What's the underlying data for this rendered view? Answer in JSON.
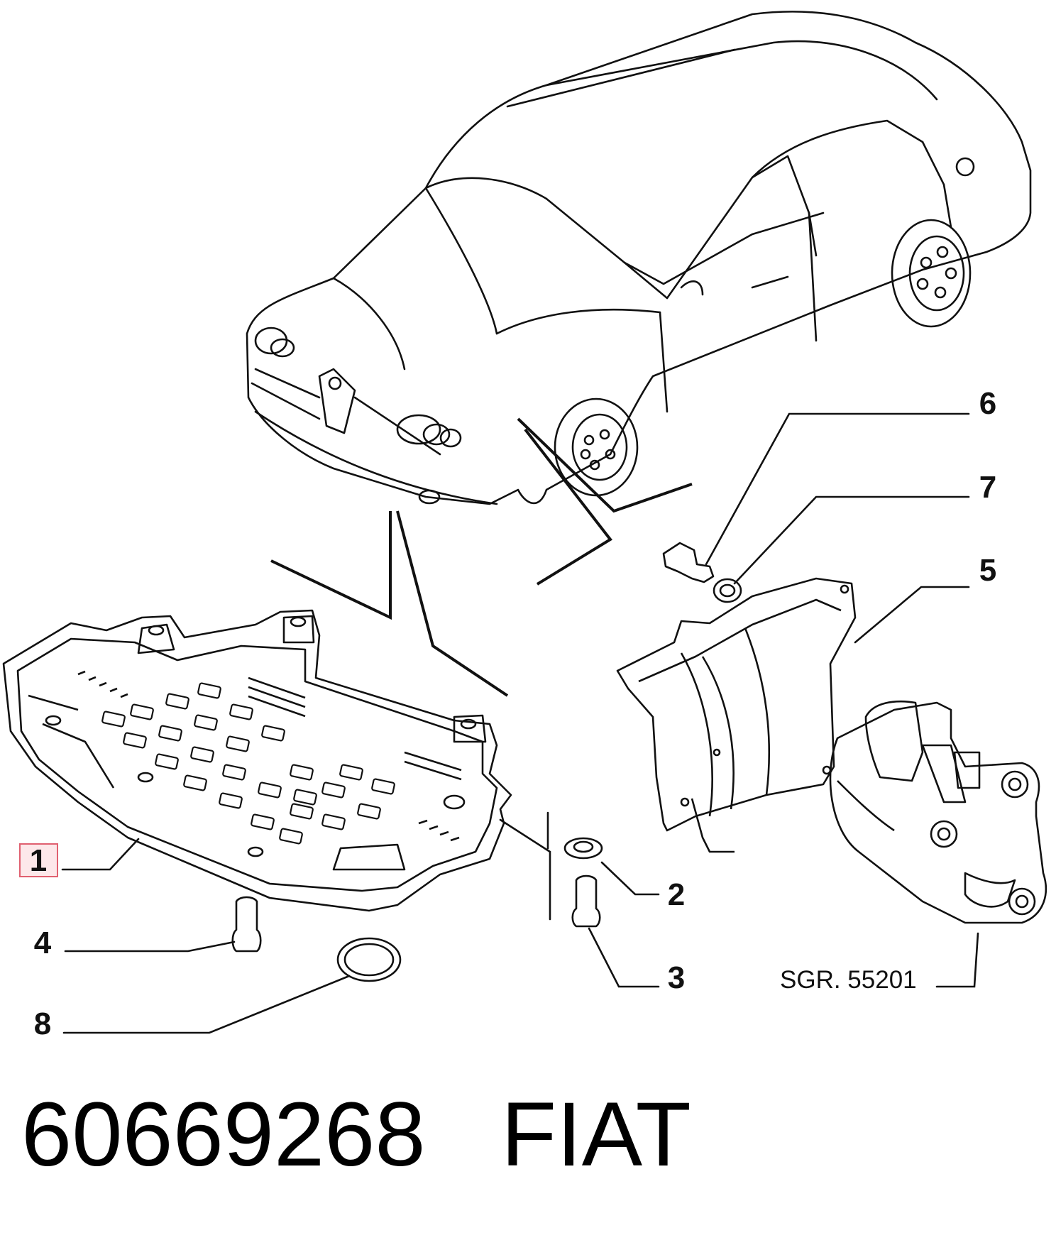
{
  "callouts": {
    "c1": "1",
    "c2": "2",
    "c3": "3",
    "c4": "4",
    "c5": "5",
    "c6": "6",
    "c7": "7",
    "c8": "8"
  },
  "sgr_label": "SGR. 55201",
  "part_number": "60669268",
  "brand": "FIAT",
  "colors": {
    "highlight_fill": "#fde8ea",
    "highlight_stroke": "#e06070",
    "ink": "#111111"
  }
}
